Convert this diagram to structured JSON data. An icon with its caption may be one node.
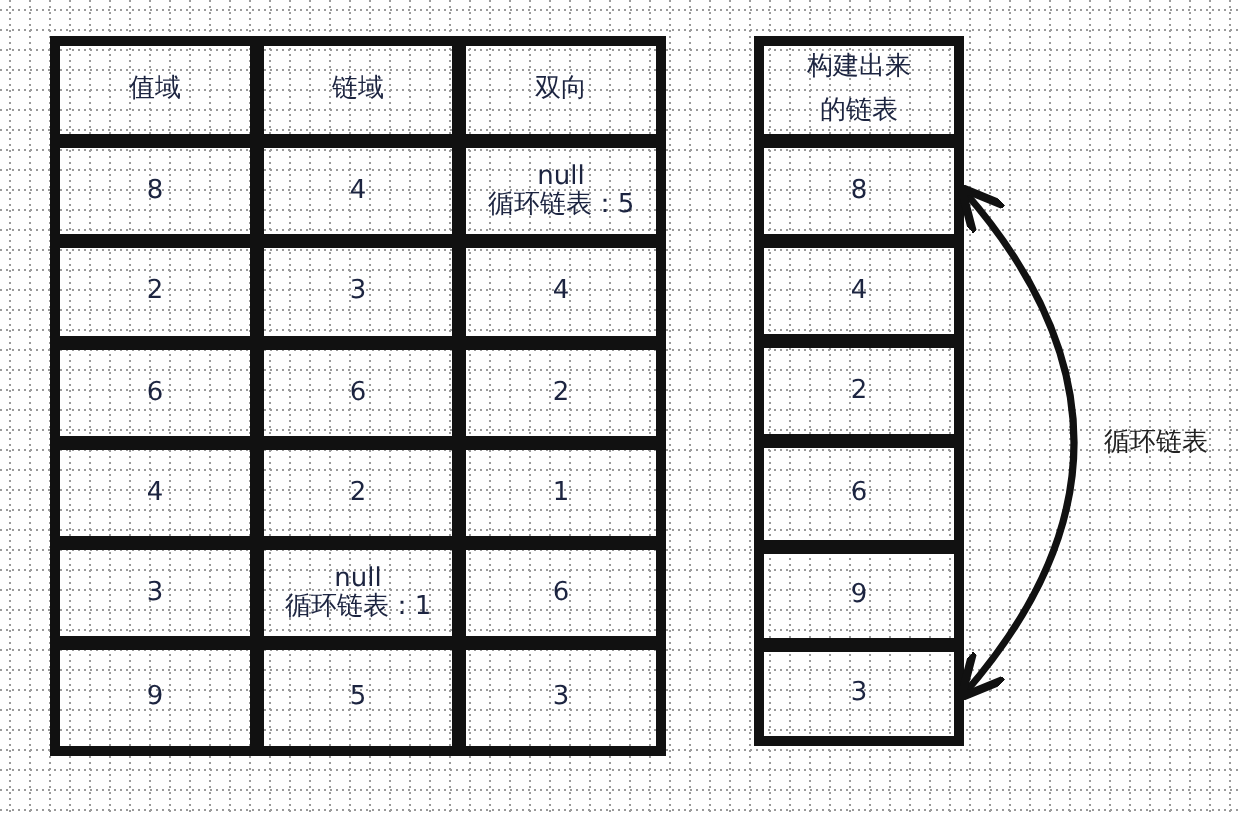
{
  "diagram": {
    "nodes": [
      {
        "text": [
          "值域"
        ]
      },
      {
        "text": [
          "链域"
        ]
      },
      {
        "text": [
          "双向"
        ]
      },
      {
        "text": [
          "8"
        ]
      },
      {
        "text": [
          "4"
        ]
      },
      {
        "text": [
          "null",
          "循环链表：5"
        ]
      },
      {
        "text": [
          "2"
        ]
      },
      {
        "text": [
          "3"
        ]
      },
      {
        "text": [
          "4"
        ]
      },
      {
        "text": [
          "6"
        ]
      },
      {
        "text": [
          "6"
        ]
      },
      {
        "text": [
          "2"
        ]
      },
      {
        "text": [
          "4"
        ]
      },
      {
        "text": [
          "2"
        ]
      },
      {
        "text": [
          "1"
        ]
      },
      {
        "text": [
          "3"
        ]
      },
      {
        "text": [
          "null",
          "循环链表：1"
        ]
      },
      {
        "text": [
          "6"
        ]
      },
      {
        "text": [
          "9"
        ]
      },
      {
        "text": [
          "5"
        ]
      },
      {
        "text": [
          "3"
        ]
      },
      {
        "text": [
          "构建出来的链表"
        ]
      },
      {
        "text": [
          "8"
        ]
      },
      {
        "text": [
          "4"
        ]
      },
      {
        "text": [
          "2"
        ]
      },
      {
        "text": [
          "6"
        ]
      },
      {
        "text": [
          "9"
        ]
      },
      {
        "text": [
          "3"
        ]
      }
    ],
    "edges": [
      {
        "from": 22,
        "to": 27,
        "arrow": "both",
        "label": "循环链表"
      }
    ]
  }
}
